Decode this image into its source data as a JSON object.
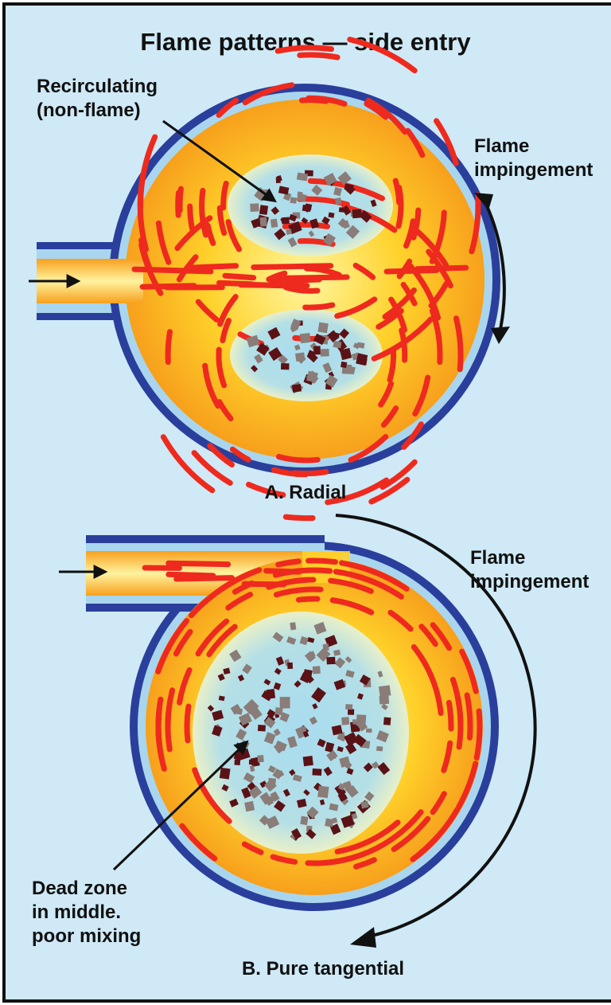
{
  "title": "Flame patterns — side entry",
  "panel_a": {
    "caption": "A. Radial",
    "recirc_label_line1": "Recirculating",
    "recirc_label_line2": "(non-flame)",
    "impinge_line1": "Flame",
    "impinge_line2": "impingement"
  },
  "panel_b": {
    "caption": "B. Pure tangential",
    "impinge_line1": "Flame",
    "impinge_line2": "impingement",
    "dead_line1": "Dead zone",
    "dead_line2": "in middle.",
    "dead_line3": "poor mixing"
  },
  "colors": {
    "background": "#cfe9f6",
    "frame": "#111111",
    "wall_dark": "#2a3f9c",
    "wall_light": "#a9d6ee",
    "flame_core": "#fff7a0",
    "flame_mid": "#ffd12a",
    "flame_outer": "#f7a01c",
    "streak": "#ee2a1e",
    "recirc_zone": "#a9d9ea",
    "particle_dark": "#5a1216",
    "particle_grey": "#8a7c78"
  }
}
